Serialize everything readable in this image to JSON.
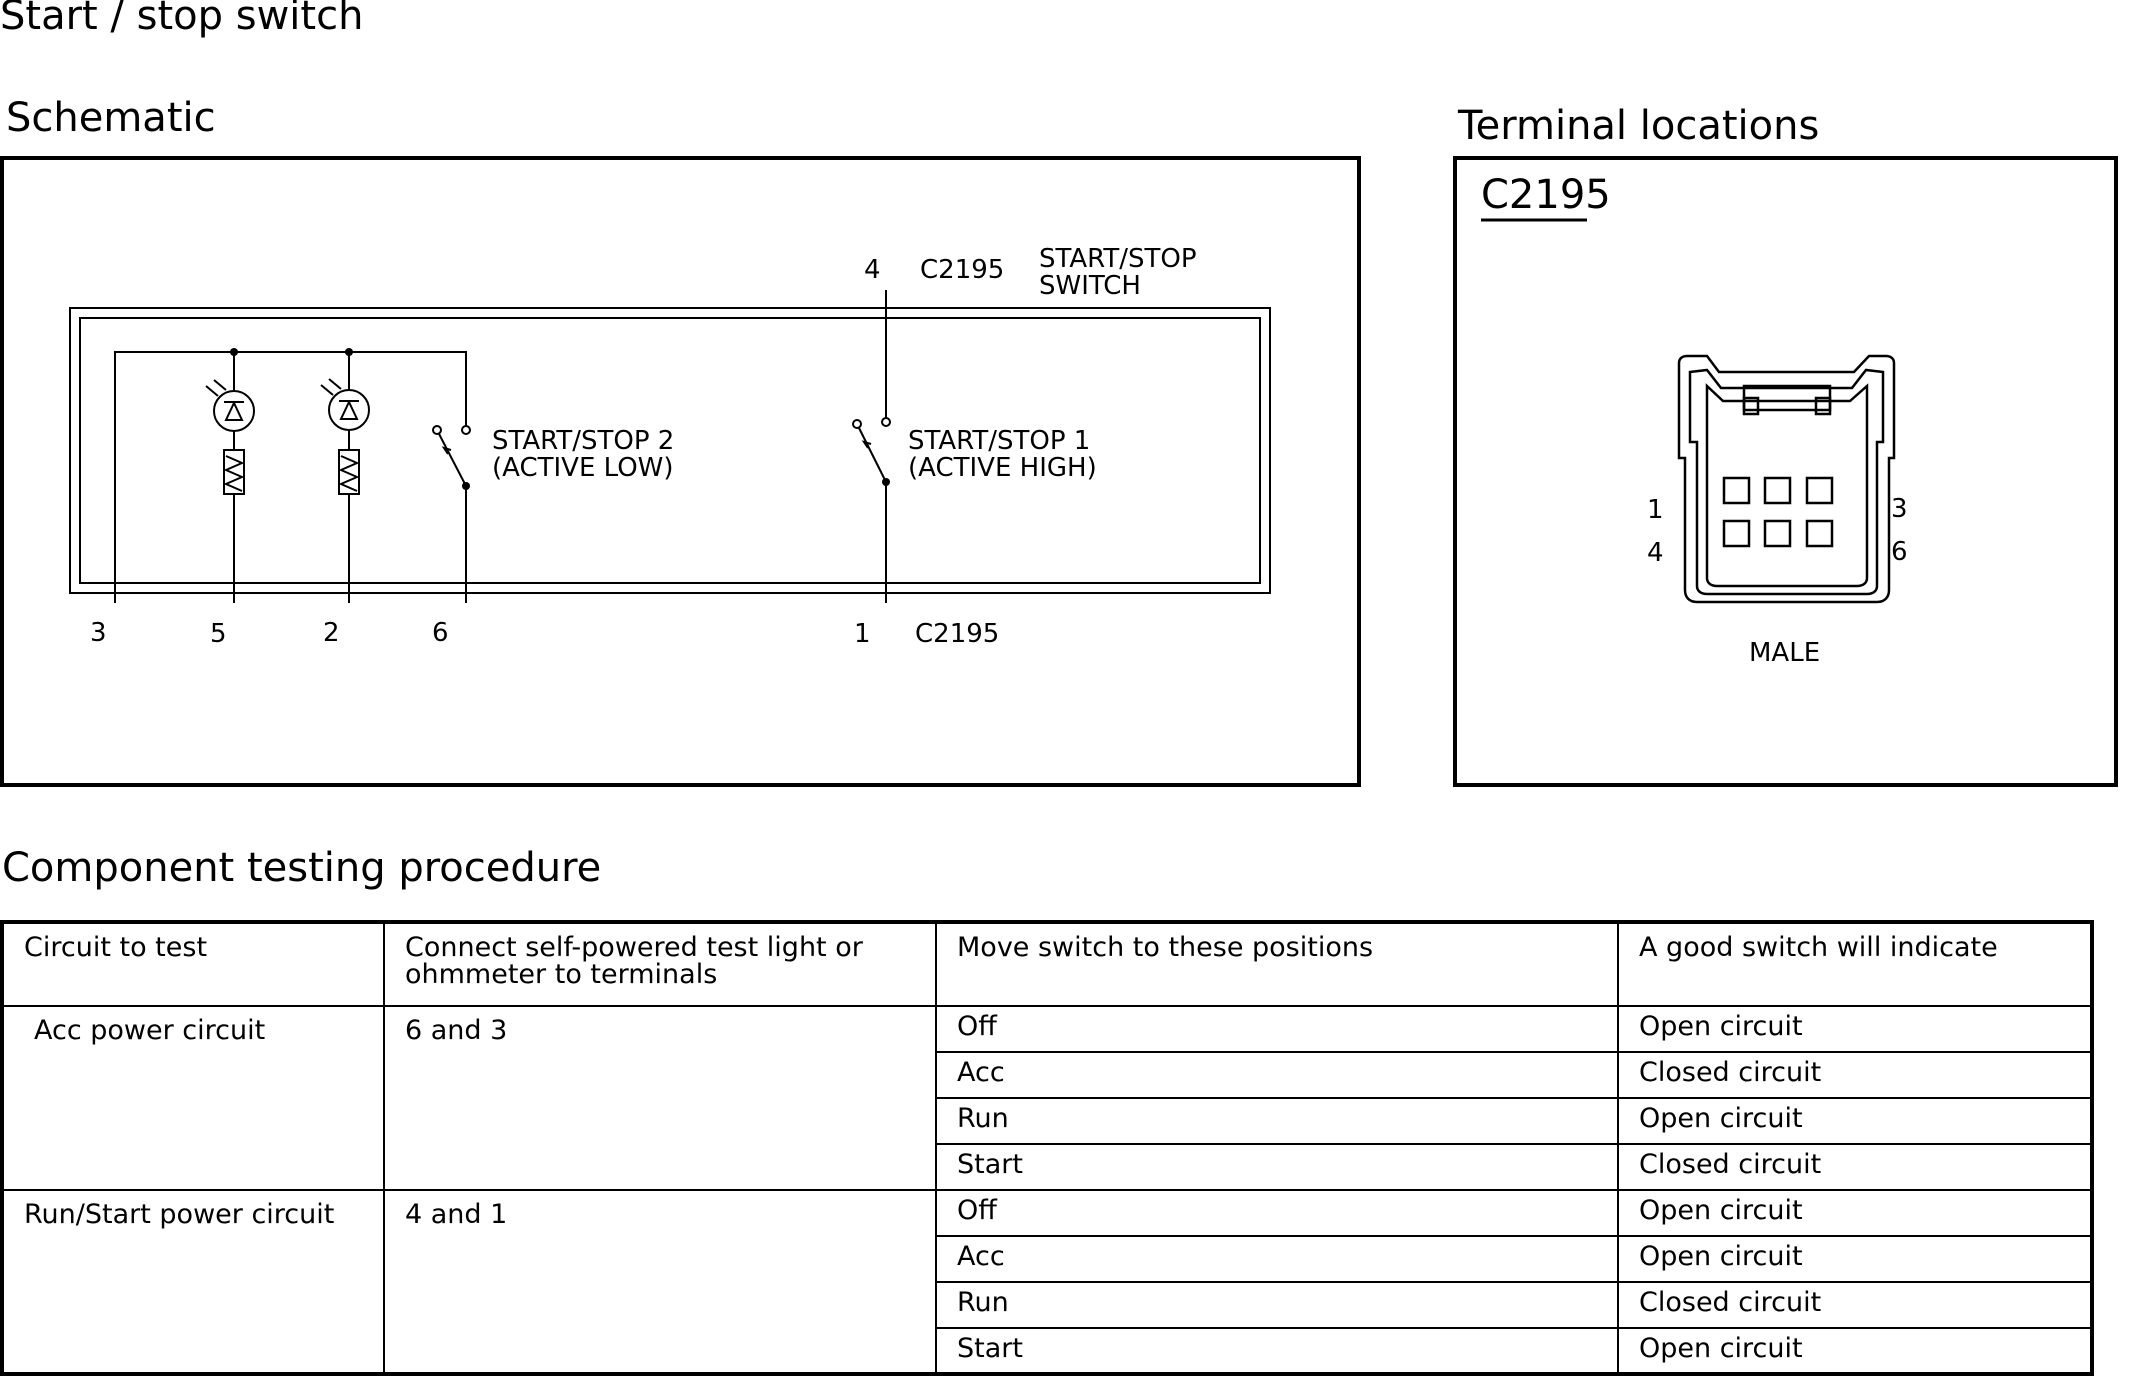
{
  "page_title": "Start / stop switch",
  "schematic": {
    "heading": "Schematic",
    "top_terminal": "4",
    "top_connector": "C2195",
    "switch_name_line1": "START/STOP",
    "switch_name_line2": "SWITCH",
    "sw2_line1": "START/STOP 2",
    "sw2_line2": "(ACTIVE LOW)",
    "sw1_line1": "START/STOP 1",
    "sw1_line2": "(ACTIVE HIGH)",
    "bottom_pins": [
      "3",
      "5",
      "2",
      "6",
      "1"
    ],
    "bottom_connector": "C2195"
  },
  "terminals": {
    "heading": "Terminal locations",
    "connector": "C2195",
    "left_top": "1",
    "left_bottom": "4",
    "right_top": "3",
    "right_bottom": "6",
    "gender": "MALE"
  },
  "procedure": {
    "heading": "Component testing procedure",
    "headers": {
      "circuit": "Circuit to test",
      "connect_line1": "Connect self-powered test light or",
      "connect_line2": "ohmmeter to terminals",
      "positions": "Move switch to these positions",
      "indicate": "A good switch will indicate"
    },
    "groups": [
      {
        "circuit": "Acc power circuit",
        "terminals": "6 and 3",
        "rows": [
          {
            "position": "Off",
            "result": "Open circuit"
          },
          {
            "position": "Acc",
            "result": "Closed circuit"
          },
          {
            "position": "Run",
            "result": "Open circuit"
          },
          {
            "position": "Start",
            "result": "Closed circuit"
          }
        ]
      },
      {
        "circuit": "Run/Start power circuit",
        "terminals": "4 and 1",
        "rows": [
          {
            "position": "Off",
            "result": "Open circuit"
          },
          {
            "position": "Acc",
            "result": "Open circuit"
          },
          {
            "position": "Run",
            "result": "Closed circuit"
          },
          {
            "position": "Start",
            "result": "Open circuit"
          }
        ]
      }
    ]
  }
}
